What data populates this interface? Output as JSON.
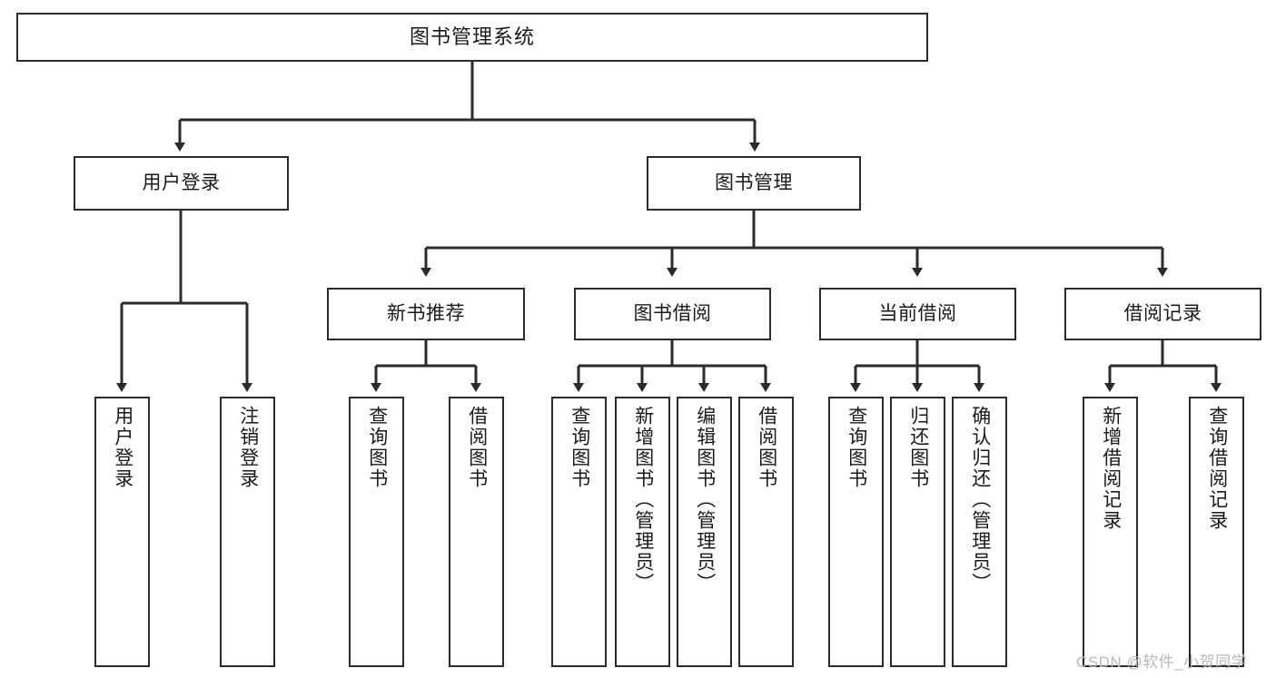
{
  "diagram": {
    "title": "图书管理系统",
    "watermark": "CSDN @软件_小贺同学",
    "line_color": "#2b2b2b",
    "box_border_color": "#2b2b2b",
    "background_color": "#ffffff",
    "text_color": "#1a1a1a",
    "root": {
      "label": "图书管理系统"
    },
    "level2": [
      {
        "label": "用户登录"
      },
      {
        "label": "图书管理"
      }
    ],
    "level3": [
      {
        "label": "新书推荐"
      },
      {
        "label": "图书借阅"
      },
      {
        "label": "当前借阅"
      },
      {
        "label": "借阅记录"
      }
    ],
    "leaves": {
      "user_login": [
        {
          "label": "用户登录"
        },
        {
          "label": "注销登录"
        }
      ],
      "new_book_recommend": [
        {
          "label": "查询图书"
        },
        {
          "label": "借阅图书"
        }
      ],
      "book_borrow": [
        {
          "label": "查询图书"
        },
        {
          "label": "新增图书（管理员）"
        },
        {
          "label": "编辑图书（管理员）"
        },
        {
          "label": "借阅图书"
        }
      ],
      "current_borrow": [
        {
          "label": "查询图书"
        },
        {
          "label": "归还图书"
        },
        {
          "label": "确认归还（管理员）"
        }
      ],
      "borrow_record": [
        {
          "label": "新增借阅记录"
        },
        {
          "label": "查询借阅记录"
        }
      ]
    }
  }
}
